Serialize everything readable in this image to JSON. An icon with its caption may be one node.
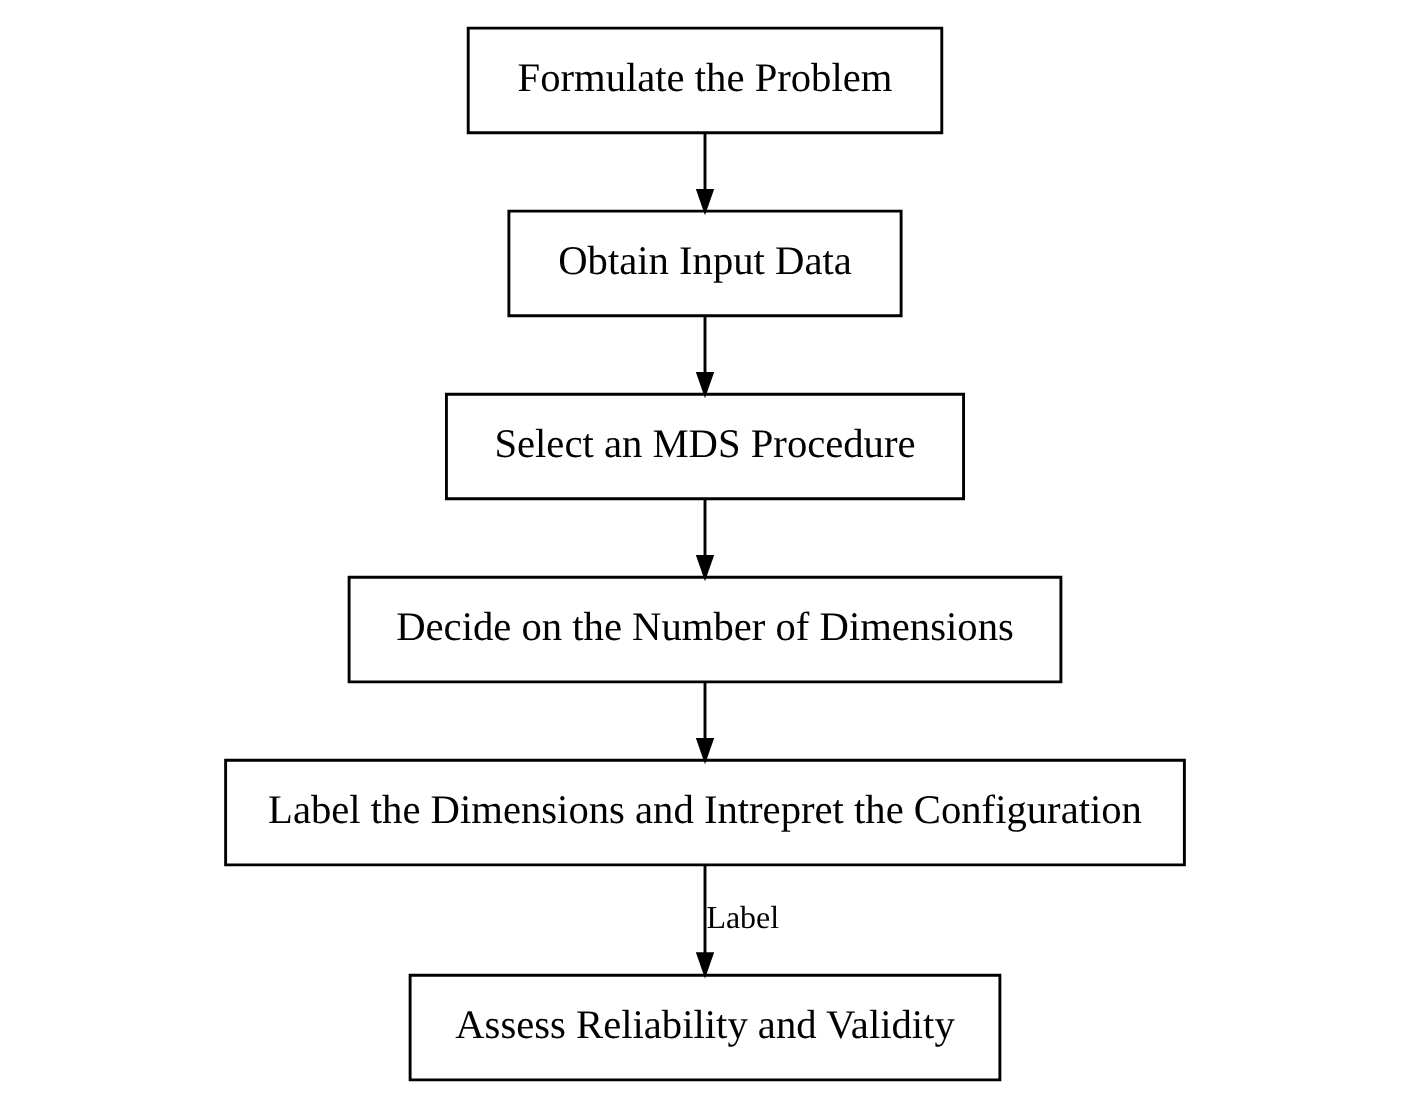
{
  "diagram": {
    "nodes": [
      {
        "text": [
          "Formulate the Problem"
        ]
      },
      {
        "text": [
          "Obtain Input Data"
        ]
      },
      {
        "text": [
          "Select an MDS Procedure"
        ]
      },
      {
        "text": [
          "Decide on the Number of Dimensions"
        ]
      },
      {
        "text": [
          "Label the Dimensions and Intrepret the Configuration"
        ]
      },
      {
        "text": [
          "Assess Reliability and Validity"
        ]
      }
    ],
    "edges": [
      {
        "from": 0,
        "to": 1,
        "arrow": "to"
      },
      {
        "from": 1,
        "to": 2,
        "arrow": "to"
      },
      {
        "from": 2,
        "to": 3,
        "arrow": "to"
      },
      {
        "from": 3,
        "to": 4,
        "arrow": "to"
      },
      {
        "from": 4,
        "to": 5,
        "arrow": "to",
        "label": "Label"
      }
    ]
  }
}
